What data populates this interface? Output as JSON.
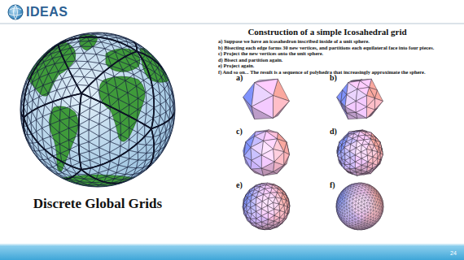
{
  "diagram": {
    "title": "Construction of a simple Icosahedral grid",
    "caption": "Discrete Global Grids",
    "labels": [
      "IDEAS",
      "a) Suppose we have an icosahedron inscribed inside of a unit sphere.",
      "b) Bisecting each edge forms 30 new vertices, and partitions each equilateral face into four pieces.",
      "c) Project the new vertices onto the unit sphere.",
      "d) Bisect and partition again.",
      "e) Project again.",
      "f) And so on... The result is a sequence of polyhedra that increasingly approximate the sphere.",
      "a)",
      "b)",
      "c)",
      "d)",
      "e)",
      "f)",
      "24"
    ]
  }
}
